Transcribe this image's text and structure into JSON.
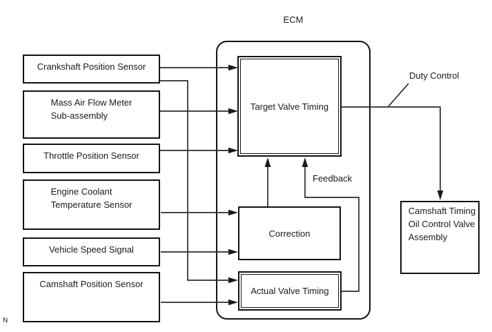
{
  "diagram": {
    "ecm_title": "ECM",
    "note_marker": "N",
    "inputs": [
      {
        "label": "Crankshaft Position Sensor"
      },
      {
        "label": "Mass Air Flow Meter\nSub-assembly"
      },
      {
        "label": "Throttle Position Sensor"
      },
      {
        "label": "Engine Coolant\nTemperature Sensor"
      },
      {
        "label": "Vehicle Speed Signal"
      },
      {
        "label": "Camshaft Position Sensor"
      }
    ],
    "ecm_blocks": [
      {
        "label": "Target Valve Timing"
      },
      {
        "label": "Correction"
      },
      {
        "label": "Actual Valve Timing"
      }
    ],
    "output_block": {
      "label": "Camshaft Timing\nOil Control Valve\nAssembly"
    },
    "wire_labels": {
      "duty_control": "Duty Control",
      "feedback": "Feedback"
    },
    "connections": [
      {
        "from": "Crankshaft Position Sensor",
        "to": "Target Valve Timing"
      },
      {
        "from": "Crankshaft Position Sensor",
        "to": "Actual Valve Timing"
      },
      {
        "from": "Mass Air Flow Meter Sub-assembly",
        "to": "Target Valve Timing"
      },
      {
        "from": "Throttle Position Sensor",
        "to": "Target Valve Timing"
      },
      {
        "from": "Engine Coolant Temperature Sensor",
        "to": "Correction"
      },
      {
        "from": "Vehicle Speed Signal",
        "to": "Correction"
      },
      {
        "from": "Camshaft Position Sensor",
        "to": "Actual Valve Timing"
      },
      {
        "from": "Correction",
        "to": "Target Valve Timing"
      },
      {
        "from": "Actual Valve Timing",
        "to": "Target Valve Timing",
        "label": "Feedback"
      },
      {
        "from": "Target Valve Timing",
        "to": "Camshaft Timing Oil Control Valve Assembly",
        "label": "Duty Control"
      }
    ],
    "colors": {
      "line": "#2a2a2a",
      "border": "#111111",
      "background": "#ffffff",
      "text": "#1a1a1a"
    }
  }
}
